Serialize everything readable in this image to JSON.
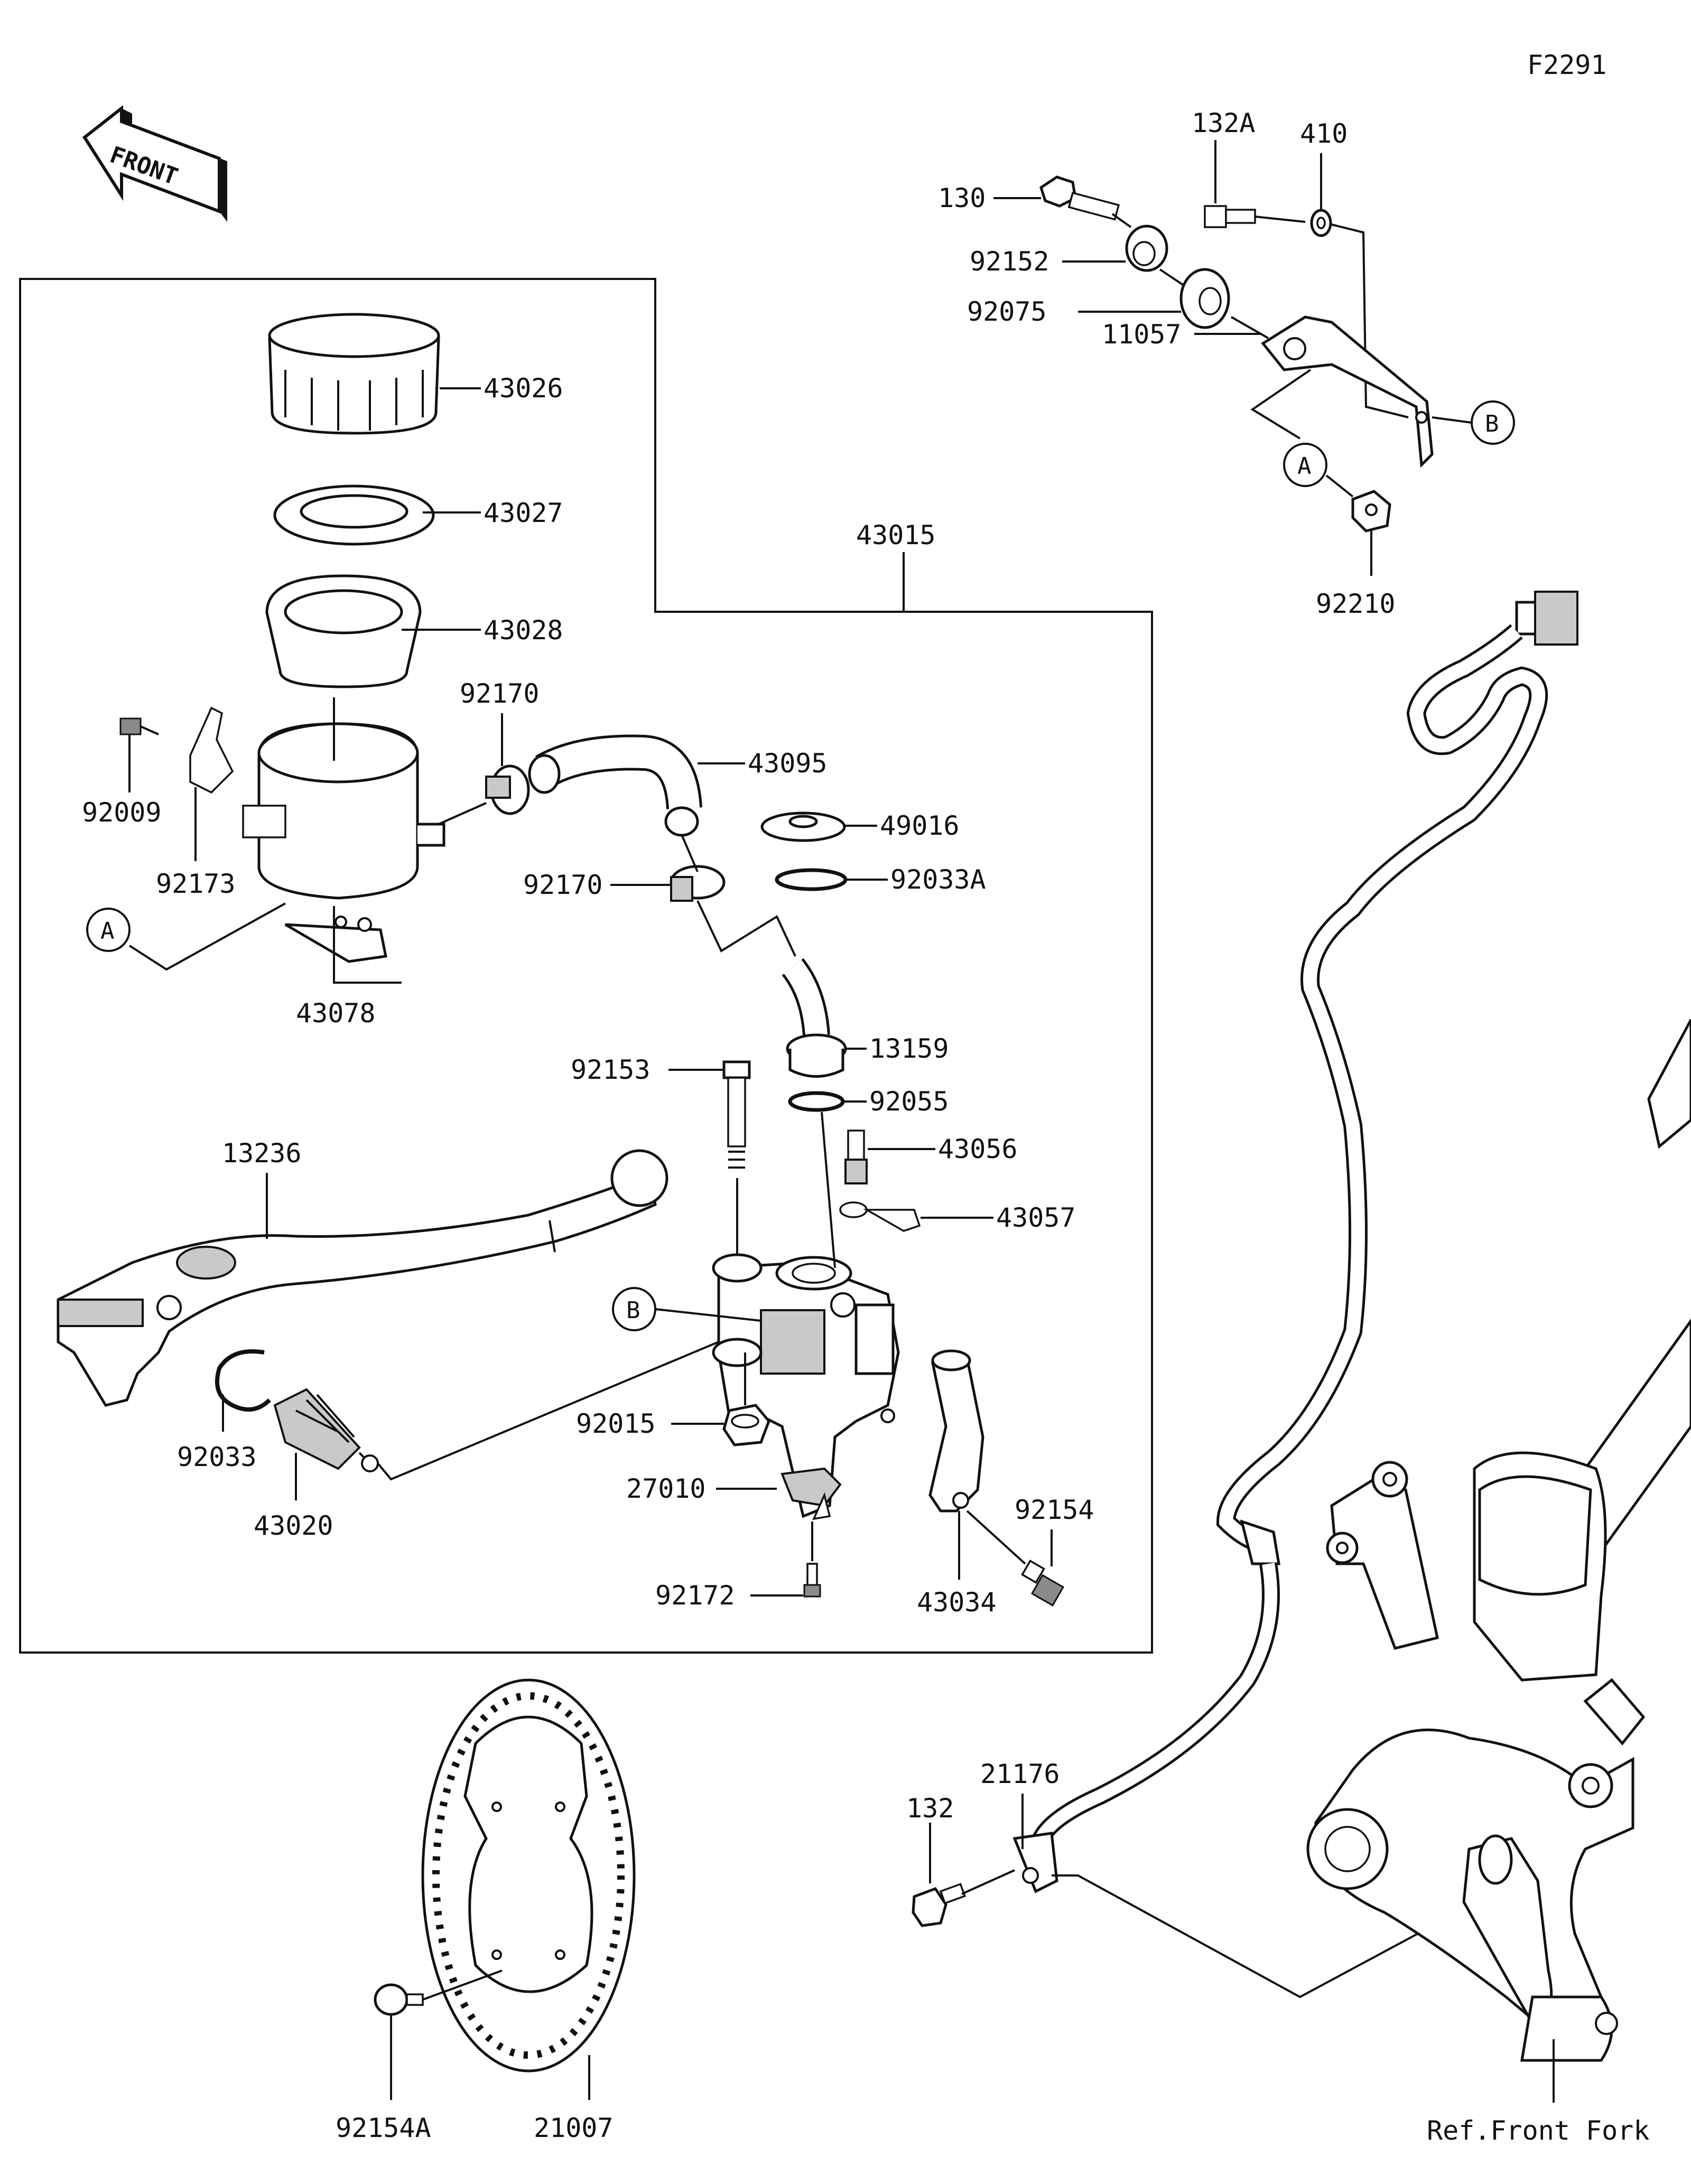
{
  "diagram_id": "F2291",
  "front_arrow_text": "FRONT",
  "ref_note": "Ref.Front Fork",
  "callout_a": "A",
  "callout_b": "B",
  "parts": {
    "p43015": "43015",
    "p43026": "43026",
    "p43027": "43027",
    "p43028": "43028",
    "p92170_top": "92170",
    "p43095": "43095",
    "p49016": "49016",
    "p92170_mid": "92170",
    "p92033A": "92033A",
    "p92009": "92009",
    "p92173": "92173",
    "p43078": "43078",
    "p92153": "92153",
    "p13159": "13159",
    "p92055": "92055",
    "p43056": "43056",
    "p43057": "43057",
    "p13236": "13236",
    "p92015": "92015",
    "p27010": "27010",
    "p92154": "92154",
    "p92172": "92172",
    "p43034": "43034",
    "p92033": "92033",
    "p43020": "43020",
    "p130": "130",
    "p132A": "132A",
    "p410": "410",
    "p92152": "92152",
    "p92075": "92075",
    "p11057": "11057",
    "p92210": "92210",
    "p21176": "21176",
    "p132": "132",
    "p92154A": "92154A",
    "p21007": "21007"
  }
}
